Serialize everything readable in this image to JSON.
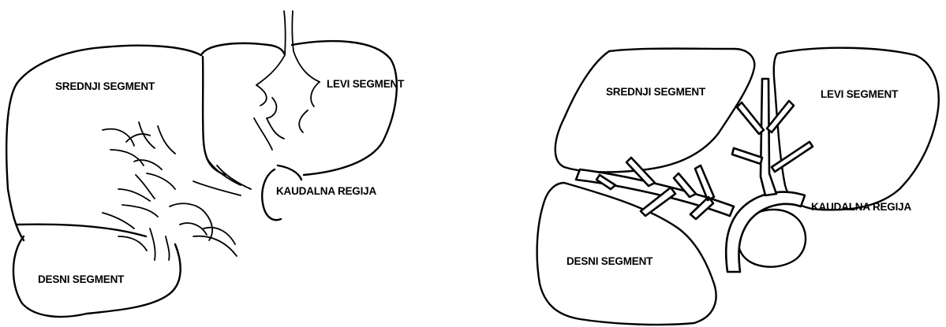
{
  "left_diagram": {
    "labels": {
      "middle": "SREDNJI SEGMENT",
      "left": "LEVI SEGMENT",
      "caudal": "KAUDALNA REGIJA",
      "right": "DESNI SEGMENT"
    }
  },
  "right_diagram": {
    "labels": {
      "middle": "SREDNJI SEGMENT",
      "left": "LEVI SEGMENT",
      "caudal": "KAUDALNA REGIJA",
      "right": "DESNI SEGMENT"
    }
  },
  "colors": {
    "line": "#000000",
    "background": "#ffffff"
  }
}
